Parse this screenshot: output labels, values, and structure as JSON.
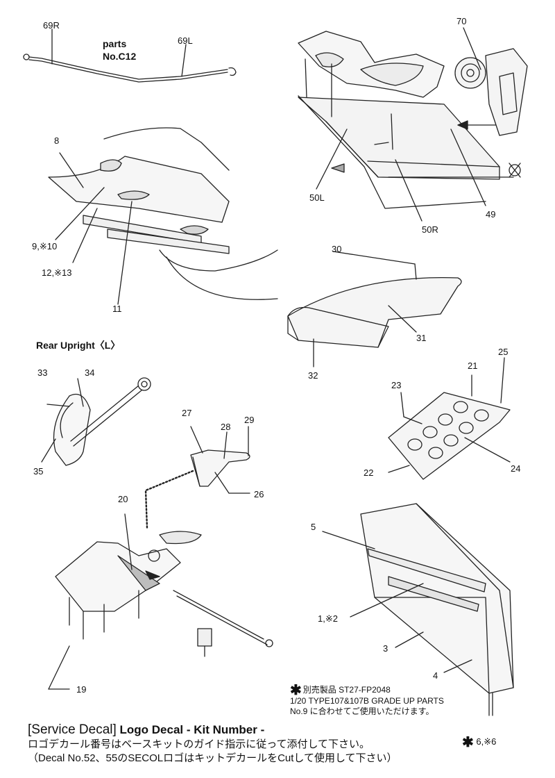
{
  "labels": {
    "p69R": "69R",
    "parts": "parts",
    "partsNo": "No.C12",
    "p69L": "69L",
    "p70": "70",
    "p50L": "50L",
    "p50R": "50R",
    "p49": "49",
    "p8": "8",
    "p9": "9,※10",
    "p12": "12,※13",
    "p11": "11",
    "p30": "30",
    "p31": "31",
    "p32": "32",
    "rearUpright": "Rear Upright〈L〉",
    "p33": "33",
    "p34": "34",
    "p35": "35",
    "p27": "27",
    "p28": "28",
    "p29": "29",
    "p26": "26",
    "p21": "21",
    "p25": "25",
    "p23": "23",
    "p24": "24",
    "p22": "22",
    "p20": "20",
    "p19": "19",
    "p5": "5",
    "p1": "1,※2",
    "p3": "3",
    "p4": "4",
    "p6": "6,※6"
  },
  "note": {
    "star": "✱",
    "line1": "別売製品 ST27-FP2048",
    "line2": "1/20 TYPE107&107B GRADE UP PARTS",
    "line3": "No.9 に合わせてご使用いただけます。"
  },
  "service": {
    "bracket": "[Service Decal]",
    "subtitle": "Logo Decal - Kit Number -",
    "jp1": "ロゴデカール番号はベースキットのガイド指示に従って添付して下さい。",
    "jp2": "（Decal No.52、55のSECOLロゴはキットデカールをCutして使用して下さい）"
  }
}
